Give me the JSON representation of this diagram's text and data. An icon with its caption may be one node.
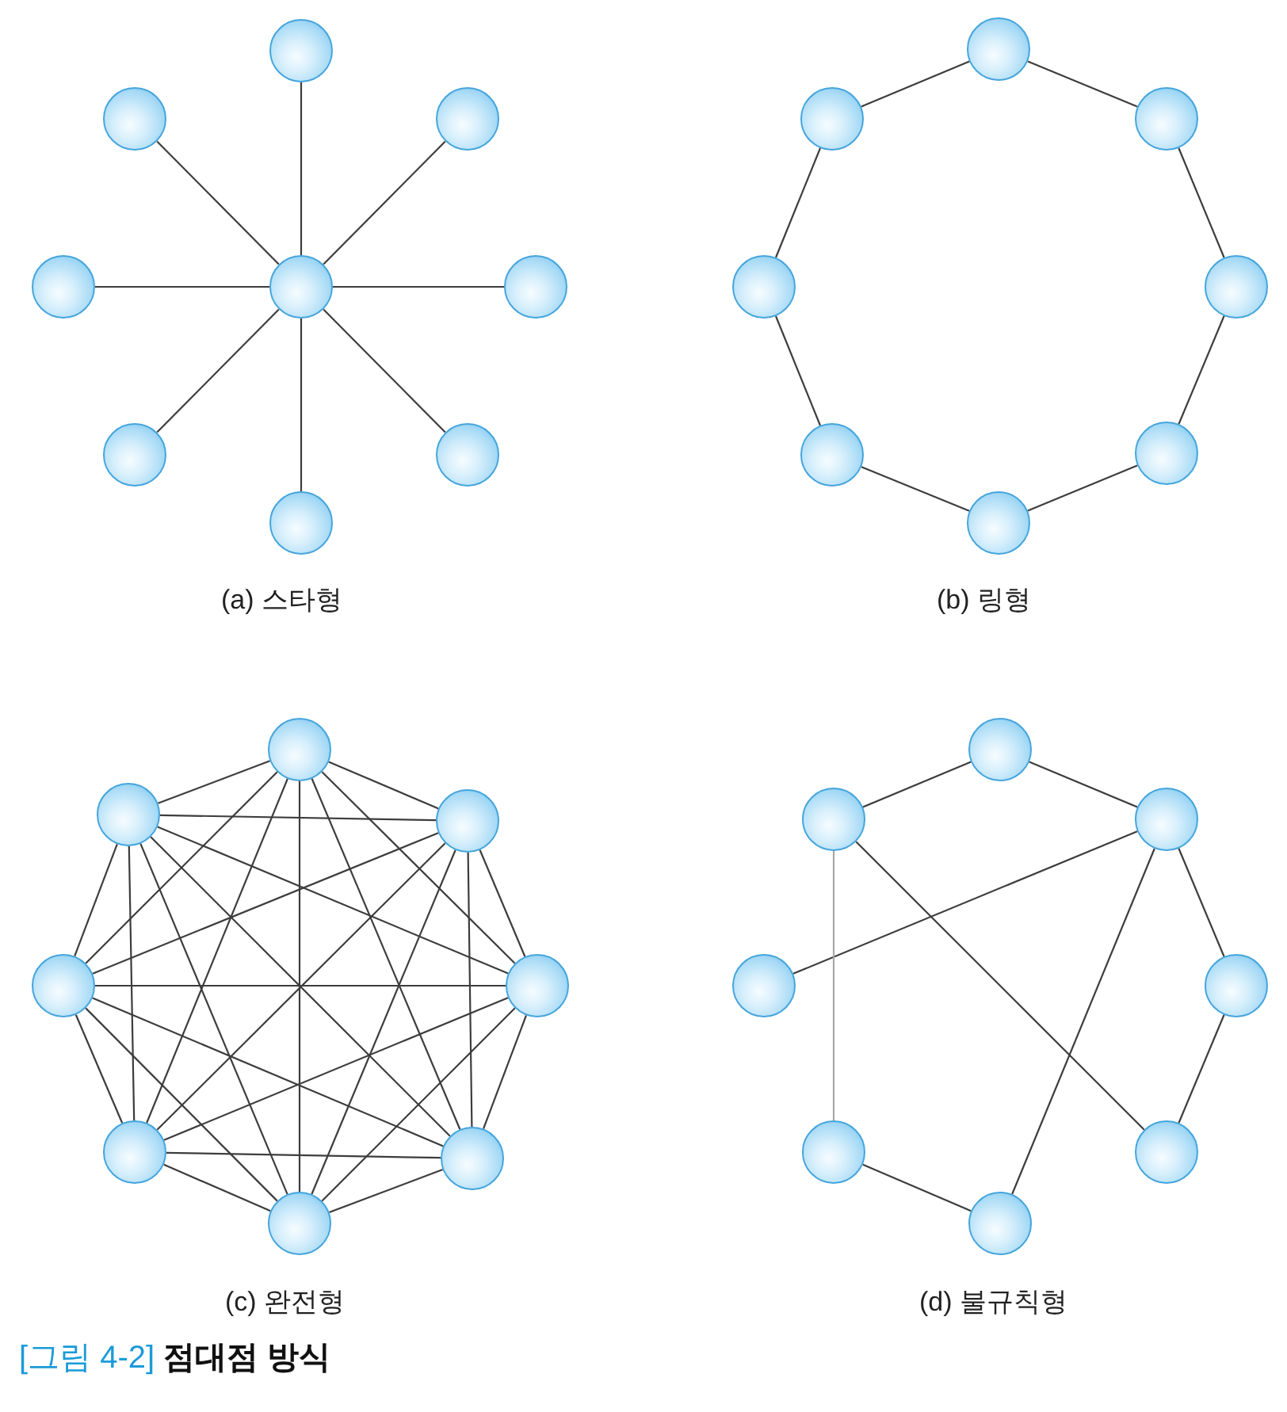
{
  "diagram": {
    "caption": "[그림 4-2] **점대점 방식**",
    "nodes": [
      {
        "text": [],
        "shape": "circle"
      },
      {
        "text": [],
        "shape": "circle"
      },
      {
        "text": [],
        "shape": "circle"
      },
      {
        "text": [],
        "shape": "circle"
      },
      {
        "text": [],
        "shape": "circle"
      },
      {
        "text": [],
        "shape": "circle"
      },
      {
        "text": [],
        "shape": "circle"
      },
      {
        "text": [],
        "shape": "circle"
      },
      {
        "text": [],
        "shape": "circle"
      },
      {
        "text": [],
        "shape": "circle"
      },
      {
        "text": [],
        "shape": "circle"
      },
      {
        "text": [],
        "shape": "circle"
      },
      {
        "text": [],
        "shape": "circle"
      },
      {
        "text": [],
        "shape": "circle"
      },
      {
        "text": [],
        "shape": "circle"
      },
      {
        "text": [],
        "shape": "circle"
      },
      {
        "text": [],
        "shape": "circle"
      },
      {
        "text": [],
        "shape": "circle"
      },
      {
        "text": [],
        "shape": "circle"
      },
      {
        "text": [],
        "shape": "circle"
      },
      {
        "text": [],
        "shape": "circle"
      },
      {
        "text": [],
        "shape": "circle"
      },
      {
        "text": [],
        "shape": "circle"
      },
      {
        "text": [],
        "shape": "circle"
      },
      {
        "text": [],
        "shape": "circle"
      },
      {
        "text": [],
        "shape": "circle"
      },
      {
        "text": [],
        "shape": "circle"
      },
      {
        "text": [],
        "shape": "circle"
      },
      {
        "text": [],
        "shape": "circle"
      },
      {
        "text": [],
        "shape": "circle"
      },
      {
        "text": [],
        "shape": "circle"
      },
      {
        "text": [],
        "shape": "circle"
      },
      {
        "text": [],
        "shape": "circle"
      }
    ],
    "edges": [
      {
        "from": 4,
        "to": 0,
        "arrow": "none"
      },
      {
        "from": 4,
        "to": 1,
        "arrow": "none"
      },
      {
        "from": 4,
        "to": 2,
        "arrow": "none"
      },
      {
        "from": 4,
        "to": 3,
        "arrow": "none"
      },
      {
        "from": 4,
        "to": 5,
        "arrow": "none"
      },
      {
        "from": 4,
        "to": 6,
        "arrow": "none"
      },
      {
        "from": 4,
        "to": 7,
        "arrow": "none"
      },
      {
        "from": 4,
        "to": 8,
        "arrow": "none"
      },
      {
        "from": 9,
        "to": 11,
        "arrow": "none"
      },
      {
        "from": 11,
        "to": 13,
        "arrow": "none"
      },
      {
        "from": 13,
        "to": 15,
        "arrow": "none"
      },
      {
        "from": 15,
        "to": 16,
        "arrow": "none"
      },
      {
        "from": 16,
        "to": 14,
        "arrow": "none"
      },
      {
        "from": 14,
        "to": 12,
        "arrow": "none"
      },
      {
        "from": 12,
        "to": 10,
        "arrow": "none"
      },
      {
        "from": 10,
        "to": 9,
        "arrow": "none"
      },
      {
        "from": 17,
        "to": 18,
        "arrow": "none"
      },
      {
        "from": 17,
        "to": 19,
        "arrow": "none"
      },
      {
        "from": 17,
        "to": 20,
        "arrow": "none"
      },
      {
        "from": 17,
        "to": 21,
        "arrow": "none"
      },
      {
        "from": 17,
        "to": 22,
        "arrow": "none"
      },
      {
        "from": 17,
        "to": 23,
        "arrow": "none"
      },
      {
        "from": 17,
        "to": 24,
        "arrow": "none"
      },
      {
        "from": 18,
        "to": 19,
        "arrow": "none"
      },
      {
        "from": 18,
        "to": 20,
        "arrow": "none"
      },
      {
        "from": 18,
        "to": 21,
        "arrow": "none"
      },
      {
        "from": 18,
        "to": 22,
        "arrow": "none"
      },
      {
        "from": 18,
        "to": 23,
        "arrow": "none"
      },
      {
        "from": 18,
        "to": 24,
        "arrow": "none"
      },
      {
        "from": 19,
        "to": 20,
        "arrow": "none"
      },
      {
        "from": 19,
        "to": 21,
        "arrow": "none"
      },
      {
        "from": 19,
        "to": 22,
        "arrow": "none"
      },
      {
        "from": 19,
        "to": 23,
        "arrow": "none"
      },
      {
        "from": 19,
        "to": 24,
        "arrow": "none"
      },
      {
        "from": 20,
        "to": 21,
        "arrow": "none"
      },
      {
        "from": 20,
        "to": 22,
        "arrow": "none"
      },
      {
        "from": 20,
        "to": 23,
        "arrow": "none"
      },
      {
        "from": 20,
        "to": 24,
        "arrow": "none"
      },
      {
        "from": 21,
        "to": 22,
        "arrow": "none"
      },
      {
        "from": 21,
        "to": 23,
        "arrow": "none"
      },
      {
        "from": 21,
        "to": 24,
        "arrow": "none"
      },
      {
        "from": 22,
        "to": 23,
        "arrow": "none"
      },
      {
        "from": 22,
        "to": 24,
        "arrow": "none"
      },
      {
        "from": 23,
        "to": 24,
        "arrow": "none"
      },
      {
        "from": 26,
        "to": 25,
        "arrow": "none"
      },
      {
        "from": 25,
        "to": 27,
        "arrow": "none"
      },
      {
        "from": 27,
        "to": 28,
        "arrow": "none"
      },
      {
        "from": 26,
        "to": 31,
        "arrow": "none"
      },
      {
        "from": 26,
        "to": 30,
        "arrow": "none",
        "color": "#a8a8a8"
      },
      {
        "from": 30,
        "to": 32,
        "arrow": "none"
      },
      {
        "from": 32,
        "to": 27,
        "arrow": "none"
      },
      {
        "from": 27,
        "to": 29,
        "arrow": "none"
      },
      {
        "from": 29,
        "to": 31,
        "arrow": "none"
      }
    ],
    "labels": [
      "(a) 스타형",
      "(b) 링형",
      "(c) 완전형",
      "(d) 불규칙형"
    ]
  }
}
